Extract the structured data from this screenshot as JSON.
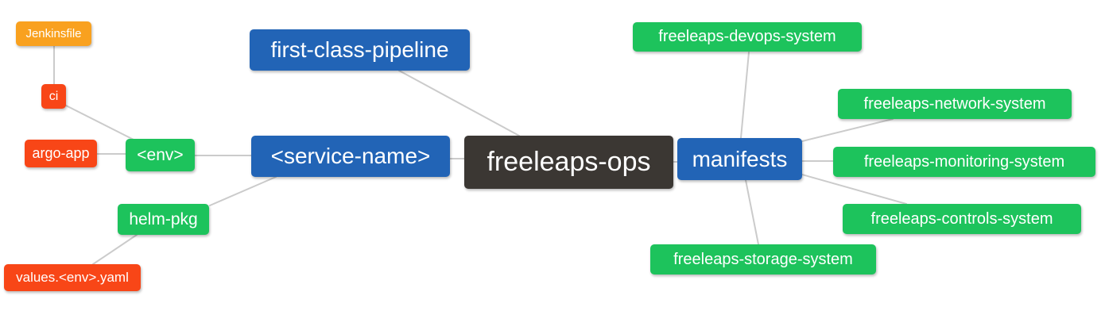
{
  "diagram_type": "mindmap",
  "colors": {
    "root_node": "#3b3733",
    "branch_node": "#2264b6",
    "green_node": "#1dc35c",
    "red_node": "#f84617",
    "orange_node": "#f9a11f",
    "edge_line": "#cbcbcb",
    "node_text": "#ffffff",
    "background": "#ffffff"
  },
  "nodes": [
    {
      "id": "jenkinsfile",
      "label": "Jenkinsfile",
      "color": "orange"
    },
    {
      "id": "ci",
      "label": "ci",
      "color": "red"
    },
    {
      "id": "argo-app",
      "label": "argo-app",
      "color": "red"
    },
    {
      "id": "env",
      "label": "<env>",
      "color": "green"
    },
    {
      "id": "first-class-pipeline",
      "label": "first-class-pipeline",
      "color": "blue"
    },
    {
      "id": "service-name",
      "label": "<service-name>",
      "color": "blue"
    },
    {
      "id": "helm-pkg",
      "label": "helm-pkg",
      "color": "green"
    },
    {
      "id": "values-env-yaml",
      "label": "values.<env>.yaml",
      "color": "red"
    },
    {
      "id": "freeleaps-ops",
      "label": "freeleaps-ops",
      "color": "dark"
    },
    {
      "id": "manifests",
      "label": "manifests",
      "color": "blue"
    },
    {
      "id": "freeleaps-devops-system",
      "label": "freeleaps-devops-system",
      "color": "green"
    },
    {
      "id": "freeleaps-network-system",
      "label": "freeleaps-network-system",
      "color": "green"
    },
    {
      "id": "freeleaps-monitoring-system",
      "label": "freeleaps-monitoring-system",
      "color": "green"
    },
    {
      "id": "freeleaps-controls-system",
      "label": "freeleaps-controls-system",
      "color": "green"
    },
    {
      "id": "freeleaps-storage-system",
      "label": "freeleaps-storage-system",
      "color": "green"
    }
  ],
  "edges": [
    {
      "from": "jenkinsfile",
      "to": "ci"
    },
    {
      "from": "ci",
      "to": "env"
    },
    {
      "from": "argo-app",
      "to": "env"
    },
    {
      "from": "env",
      "to": "service-name"
    },
    {
      "from": "helm-pkg",
      "to": "service-name"
    },
    {
      "from": "values-env-yaml",
      "to": "helm-pkg"
    },
    {
      "from": "first-class-pipeline",
      "to": "freeleaps-ops"
    },
    {
      "from": "service-name",
      "to": "freeleaps-ops"
    },
    {
      "from": "freeleaps-ops",
      "to": "manifests"
    },
    {
      "from": "manifests",
      "to": "freeleaps-devops-system"
    },
    {
      "from": "manifests",
      "to": "freeleaps-network-system"
    },
    {
      "from": "manifests",
      "to": "freeleaps-monitoring-system"
    },
    {
      "from": "manifests",
      "to": "freeleaps-controls-system"
    },
    {
      "from": "manifests",
      "to": "freeleaps-storage-system"
    }
  ]
}
